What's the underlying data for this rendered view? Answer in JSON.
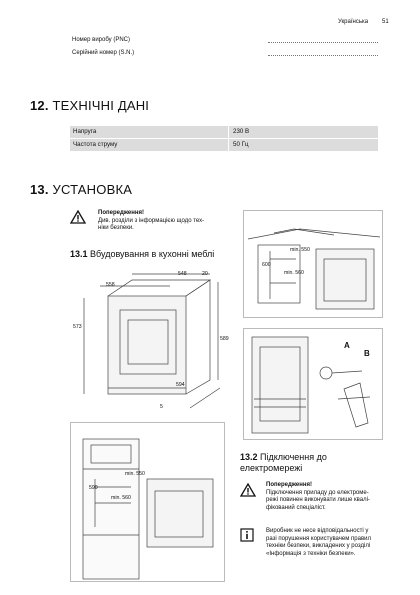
{
  "header": {
    "language": "Українська",
    "page": "51"
  },
  "identification": {
    "pnc_label": "Номер виробу (PNC)",
    "sn_label": "Серійний номер (S.N.)",
    "pnc_dots": "",
    "sn_dots": ""
  },
  "section12": {
    "number": "12.",
    "title": "ТЕХНІЧНІ ДАНІ",
    "rows": [
      {
        "label": "Напруга",
        "value": "230 В"
      },
      {
        "label": "Частота струму",
        "value": "50 Гц"
      }
    ]
  },
  "section13": {
    "number": "13.",
    "title": "УСТАНОВКА",
    "warning": {
      "title": "Попередження!",
      "line1": "Див. розділи з інформацією щодо тех-",
      "line2": "ніки безпеки."
    },
    "sub1": {
      "number": "13.1",
      "title": "Вбудовування в кухонні меблі"
    },
    "sub2": {
      "number": "13.2",
      "title_line1": "Підключення до",
      "title_line2": "електромережі"
    },
    "warning2": {
      "title": "Попередження!",
      "line1": "Підключення приладу до електроме-",
      "line2": "режі повинен виконувати лише квалі-",
      "line3": "фікований спеціаліст."
    },
    "info": {
      "line1": "Виробник не несе відповідальності у",
      "line2": "разі порушення користувачем правил",
      "line3": "техніки безпеки, викладених у розділі",
      "line4": "«Інформація з техніки безпеки»."
    }
  },
  "diagrams": {
    "d1": {
      "w": "548",
      "d": "20",
      "top": "558",
      "h": "573",
      "h2": "589",
      "bottom": "594",
      "gap": "5"
    },
    "d2": {
      "h": "600",
      "min550": "min. 550",
      "min560": "min. 560"
    },
    "d3": {
      "a": "A",
      "b": "B"
    },
    "d4": {
      "min550": "min. 550",
      "h": "590",
      "min560": "min. 560"
    }
  },
  "colors": {
    "table_bg": "#dcdcdc",
    "accent": "#111111",
    "line": "#444444"
  }
}
